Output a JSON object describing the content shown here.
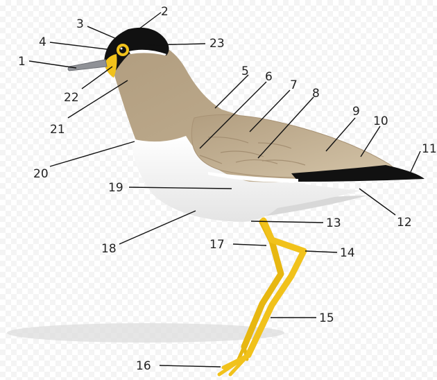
{
  "figure": {
    "labels": [
      {
        "id": "1",
        "text": "1"
      },
      {
        "id": "2",
        "text": "2"
      },
      {
        "id": "3",
        "text": "3"
      },
      {
        "id": "4",
        "text": "4"
      },
      {
        "id": "5",
        "text": "5"
      },
      {
        "id": "6",
        "text": "6"
      },
      {
        "id": "7",
        "text": "7"
      },
      {
        "id": "8",
        "text": "8"
      },
      {
        "id": "9",
        "text": "9"
      },
      {
        "id": "10",
        "text": "10"
      },
      {
        "id": "11",
        "text": "11"
      },
      {
        "id": "12",
        "text": "12"
      },
      {
        "id": "13",
        "text": "13"
      },
      {
        "id": "14",
        "text": "14"
      },
      {
        "id": "15",
        "text": "15"
      },
      {
        "id": "16",
        "text": "16"
      },
      {
        "id": "17",
        "text": "17"
      },
      {
        "id": "18",
        "text": "18"
      },
      {
        "id": "19",
        "text": "19"
      },
      {
        "id": "20",
        "text": "20"
      },
      {
        "id": "21",
        "text": "21"
      },
      {
        "id": "22",
        "text": "22"
      },
      {
        "id": "23",
        "text": "23"
      }
    ]
  },
  "colors": {
    "body_tan": "#b7a486",
    "wing_tan": "#c2ad8f",
    "belly_white": "#f4f4f4",
    "cap_black": "#111111",
    "leg_yellow": "#f1c21b",
    "eye_ring": "#f1c21b",
    "beak": "#8f9196"
  }
}
